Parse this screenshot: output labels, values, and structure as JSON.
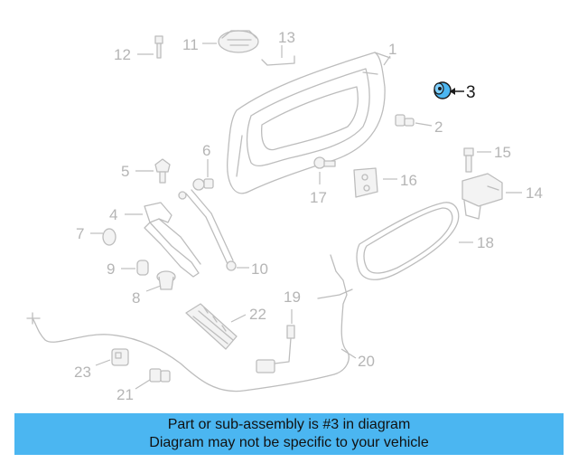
{
  "diagram": {
    "highlight_color": "#4bb6f1",
    "highlighted_part": "3",
    "callouts": [
      {
        "id": "p1",
        "label": "1"
      },
      {
        "id": "p2",
        "label": "2"
      },
      {
        "id": "p3",
        "label": "3"
      },
      {
        "id": "p4",
        "label": "4"
      },
      {
        "id": "p5",
        "label": "5"
      },
      {
        "id": "p6",
        "label": "6"
      },
      {
        "id": "p7",
        "label": "7"
      },
      {
        "id": "p8",
        "label": "8"
      },
      {
        "id": "p9",
        "label": "9"
      },
      {
        "id": "p10",
        "label": "10"
      },
      {
        "id": "p11",
        "label": "11"
      },
      {
        "id": "p12",
        "label": "12"
      },
      {
        "id": "p13",
        "label": "13"
      },
      {
        "id": "p14",
        "label": "14"
      },
      {
        "id": "p15",
        "label": "15"
      },
      {
        "id": "p16",
        "label": "16"
      },
      {
        "id": "p17",
        "label": "17"
      },
      {
        "id": "p18",
        "label": "18"
      },
      {
        "id": "p19",
        "label": "19"
      },
      {
        "id": "p20",
        "label": "20"
      },
      {
        "id": "p21",
        "label": "21"
      },
      {
        "id": "p22",
        "label": "22"
      },
      {
        "id": "p23",
        "label": "23"
      }
    ]
  },
  "banner": {
    "line1": "Part or sub-assembly is #3 in diagram",
    "line2": "Diagram may not be specific to your vehicle",
    "background": "#4bb6f1"
  }
}
